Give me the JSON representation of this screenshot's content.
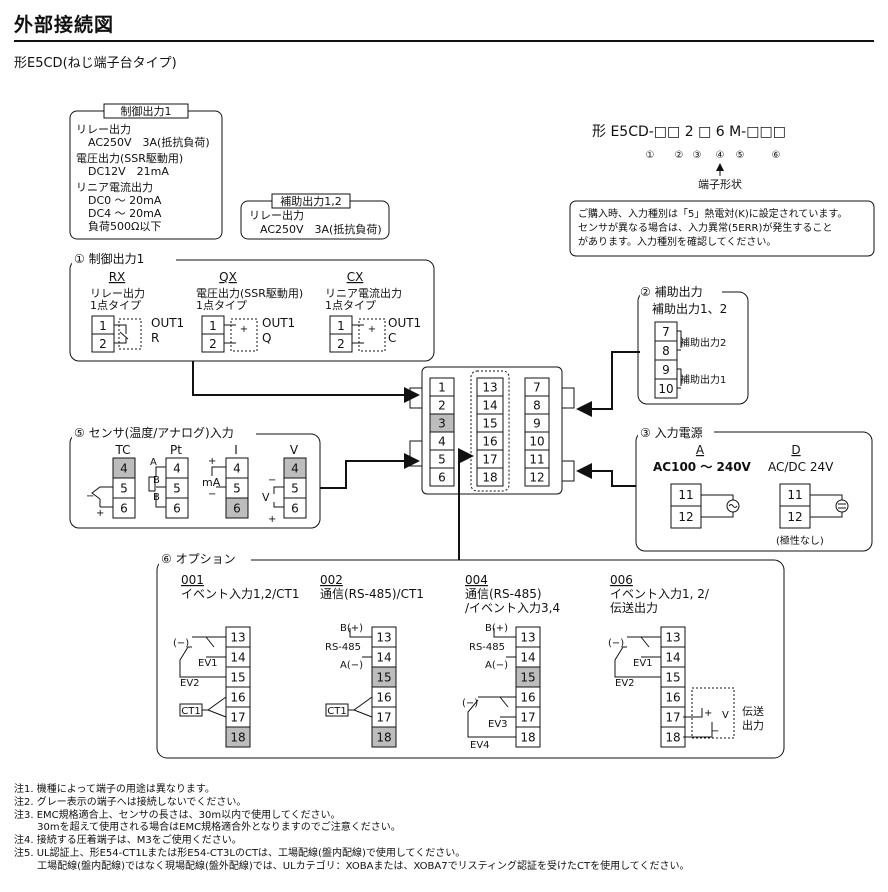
{
  "page": {
    "title": "外部接続図",
    "subtitle": "形E5CD(ねじ端子台タイプ)"
  },
  "spec": {
    "ctrl_title": "制御出力1",
    "ctrl_lines": [
      "リレー出力",
      "AC250V　3A(抵抗負荷)",
      "電圧出力(SSR駆動用)",
      "DC12V　21mA",
      "リニア電流出力",
      "DC0 ～ 20mA",
      "DC4 ～ 20mA",
      "負荷500Ω以下"
    ],
    "aux_title": "補助出力1,2",
    "aux_lines": [
      "リレー出力",
      "AC250V　3A(抵抗負荷)"
    ]
  },
  "model": {
    "code": "形 E5CD-□□ 2 □ 6 M-□□□",
    "nums": [
      "①",
      "②",
      "③",
      "④",
      "⑤",
      "⑥"
    ],
    "terminal_label": "端子形状",
    "note_lines": [
      "ご購入時、入力種別は「5」熱電対(K)に設定されています。",
      "センサが異なる場合は、入力異常(5ERR)が発生すること",
      "があります。入力種別を確認してください。"
    ]
  },
  "ctrl_out": {
    "title": "① 制御出力1",
    "types": [
      {
        "code": "RX",
        "desc1": "リレー出力",
        "desc2": "1点タイプ",
        "out": "OUT1",
        "sub": "R"
      },
      {
        "code": "QX",
        "desc1": "電圧出力(SSR駆動用)",
        "desc2": "1点タイプ",
        "out": "OUT1",
        "sub": "Q"
      },
      {
        "code": "CX",
        "desc1": "リニア電流出力",
        "desc2": "1点タイプ",
        "out": "OUT1",
        "sub": "C"
      }
    ],
    "t1": "1",
    "t2": "2"
  },
  "aux_out": {
    "title": "② 補助出力",
    "subtitle": "補助出力1、2",
    "terms": [
      "7",
      "8",
      "9",
      "10"
    ],
    "label2": "補助出力2",
    "label1": "補助出力1"
  },
  "sensor": {
    "title": "⑤ センサ(温度/アナログ)入力",
    "types": [
      "TC",
      "Pt",
      "I",
      "V"
    ],
    "terms": [
      "4",
      "5",
      "6"
    ],
    "a": "A",
    "b": "B",
    "b2": "B",
    "plus": "+",
    "minus": "−",
    "ma": "mA",
    "v": "V"
  },
  "power": {
    "title": "③ 入力電源",
    "a_code": "A",
    "a_desc": "AC100 ～ 240V",
    "d_code": "D",
    "d_desc": "AC/DC 24V",
    "terms": [
      "11",
      "12"
    ],
    "no_polarity": "(極性なし)"
  },
  "center": {
    "left": [
      "1",
      "2",
      "3",
      "4",
      "5",
      "6"
    ],
    "mid": [
      "13",
      "14",
      "15",
      "16",
      "17",
      "18"
    ],
    "right": [
      "7",
      "8",
      "9",
      "10",
      "11",
      "12"
    ],
    "gray": [
      "3"
    ]
  },
  "options": {
    "title": "⑥ オプション",
    "items": [
      {
        "code": "001",
        "desc1": "イベント入力1,2/CT1",
        "desc2": ""
      },
      {
        "code": "002",
        "desc1": "通信(RS-485)/CT1",
        "desc2": ""
      },
      {
        "code": "004",
        "desc1": "通信(RS-485)",
        "desc2": "/イベント入力3,4"
      },
      {
        "code": "006",
        "desc1": "イベント入力1, 2/",
        "desc2": "伝送出力"
      }
    ],
    "terms": [
      "13",
      "14",
      "15",
      "16",
      "17",
      "18"
    ],
    "ev1": "EV1",
    "ev2": "EV2",
    "ev3": "EV3",
    "ev4": "EV4",
    "minus": "(−)",
    "ct1": "CT1",
    "bplus": "B(+)",
    "rs485": "RS-485",
    "aminus": "A(−)",
    "tx1": "伝送",
    "tx2": "出力",
    "v": "V",
    "plus": "+",
    "minus2": "−"
  },
  "notes": [
    "注1. 機種によって端子の用途は異なります。",
    "注2. グレー表示の端子へは接続しないでください。",
    "注3. EMC規格適合上、センサの長さは、30m以内で使用してください。",
    "　　 30mを超えて使用される場合はEMC規格適合外となりますのでご注意ください。",
    "注4. 接続する圧着端子は、M3をご使用ください。",
    "注5. UL認証上、形E54-CT1Lまたは形E54-CT3LのCTは、工場配線(盤内配線)で使用してください。",
    "　　 工場配線(盤内配線)ではなく現場配線(盤外配線)では、ULカテゴリ：XOBAまたは、XOBA7でリスティング認証を受けたCTを使用してください。"
  ],
  "colors": {
    "gray_terminal": "#bdbdbd",
    "line": "#111111",
    "dotted": "#111111"
  }
}
